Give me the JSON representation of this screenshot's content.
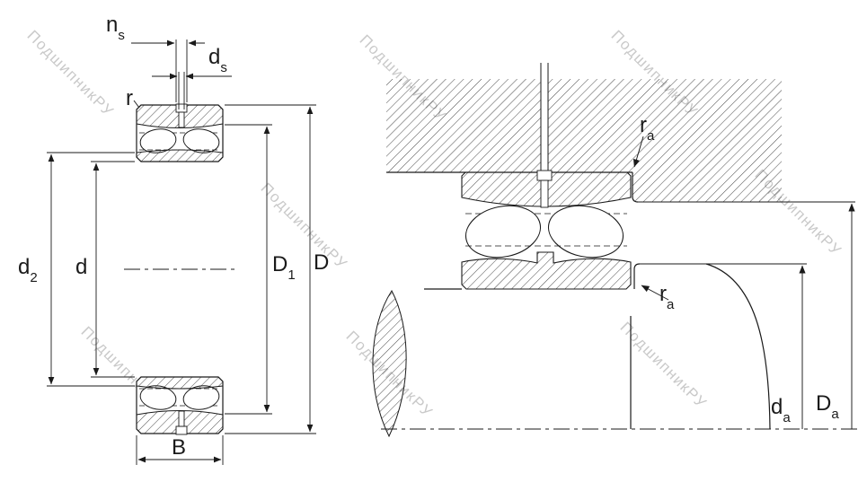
{
  "colors": {
    "line": "#1a1a1a",
    "watermark": "#c9c9c9",
    "background": "#ffffff"
  },
  "watermark": {
    "text": "ПодшипникРУ"
  },
  "labels": {
    "ns": {
      "base": "n",
      "sub": "s"
    },
    "ds": {
      "base": "d",
      "sub": "s"
    },
    "r": "r",
    "d2": {
      "base": "d",
      "sub": "2"
    },
    "d": "d",
    "D1": {
      "base": "D",
      "sub": "1"
    },
    "D": "D",
    "B": "B",
    "ra_top": {
      "base": "r",
      "sub": "a"
    },
    "ra_bottom": {
      "base": "r",
      "sub": "a"
    },
    "da": {
      "base": "d",
      "sub": "a"
    },
    "Da": {
      "base": "D",
      "sub": "a"
    }
  }
}
